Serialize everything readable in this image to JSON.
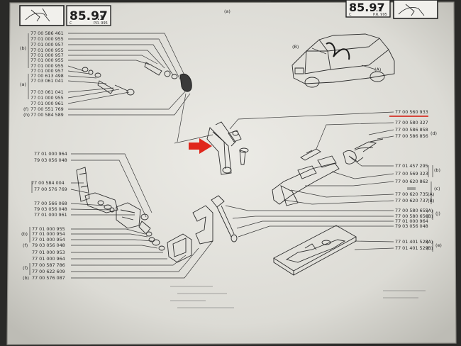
{
  "header": {
    "page_number_left": "85.97",
    "page_suffix_left": ".1",
    "sub_left_c": "C",
    "sub_left_pr": "P.R. 995",
    "center_label": "(a)",
    "page_number_right": "85.97",
    "page_suffix_right": ".1",
    "sub_right_c": "C",
    "sub_right_pr": "P.R. 995"
  },
  "car_callouts": {
    "b": "(B)",
    "a": "(A)"
  },
  "highlight": {
    "part_number": "77 00 560 933",
    "underline_color": "#d42a1f",
    "arrow_color": "#e0261b"
  },
  "left_group_1": {
    "bracket_b": "(b)",
    "bracket_a": "(a)",
    "marker_f": "(f)",
    "marker_h": "(h)",
    "items": [
      "77 00 586 461",
      "77 01 000 955",
      "77 01 000 957",
      "77 01 000 955",
      "77 01 000 957",
      "77 01 000 955",
      "77 01 000 955",
      "77 01 000 957",
      "77 00 613 498",
      "77 03 061 041",
      "77 03 061 041",
      "77 01 000 955",
      "77 01 000 961",
      "77 00 551 769",
      "77 00 584 589"
    ]
  },
  "left_group_2": {
    "items": [
      "77 01 000 964",
      "79 03 056 048"
    ]
  },
  "left_group_3": {
    "items": [
      "77 00 584 004",
      "77 00 576 769"
    ]
  },
  "left_group_4": {
    "items": [
      "77 00 566 068",
      "79 03 056 048",
      "77 01 000 961"
    ]
  },
  "left_group_5": {
    "bracket_b": "(b)",
    "marker_f1": "(f)",
    "marker_f2": "(f)",
    "marker_b2": "(b)",
    "items": [
      "77 01 000 955",
      "77 01 000 954",
      "77 01 000 954",
      "79 03 056 048",
      "77 01 000 953",
      "77 01 000 964",
      "77 00 587 786",
      "77 00 622 609",
      "77 00 576 087"
    ]
  },
  "right_list": {
    "items": [
      "77 00 560 933",
      "77 00 580 327",
      "77 00 586 858",
      "77 00 586 856",
      "77 01 457 295",
      "77 00 569 323",
      "77 00 620 862",
      "77 00 620 735",
      "77 00 620 737",
      "77 00 580 655",
      "77 00 580 656",
      "77 01 000 964",
      "79 03 056 048",
      "77 01 401 528",
      "77 01 401 529"
    ],
    "markers": {
      "d": "(d)",
      "b": "(b)",
      "c": "(c)",
      "j": "(J)",
      "e": "(e)",
      "a1": "(A)",
      "b1": "(B)",
      "a2": "(A)",
      "b2": "(B)",
      "a3": "(A)",
      "b3": "(B)"
    }
  }
}
